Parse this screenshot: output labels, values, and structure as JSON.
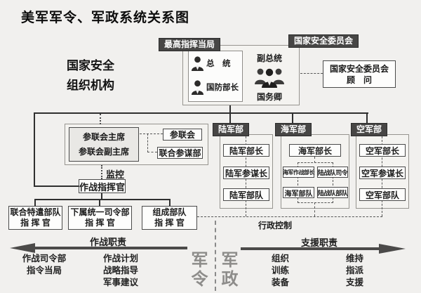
{
  "title": "美军军令、军政系统关系图",
  "colors": {
    "background": "#f1f0ee",
    "dark_label_bg": "#474645",
    "connector_line": "#2f2f2f",
    "arrow": "#4b4a49",
    "divider_text": "#8d8c8a",
    "box_border": "#4a4a4a"
  },
  "nsa_org": {
    "line1": "国家安全",
    "line2": "组织机构"
  },
  "top": {
    "nca_label": "最高指挥当局",
    "nsc_label": "国家安全委员会",
    "president": "总　统",
    "defense_secretary": "国防部长",
    "vice_president": "副总统",
    "secretary_of_state": "国务卿",
    "advisor_line1": "国家安全委员会",
    "advisor_line2": "顾　问"
  },
  "jcs": {
    "chairman": "参联会主席",
    "vice_chairman": "参联会副主席",
    "council": "参联会",
    "joint_staff": "联合参谋部",
    "monitor": "监控"
  },
  "command": {
    "combat_commander": "作战指挥官",
    "jtf": {
      "line1": "联合特遣部队",
      "line2": "指 挥 官"
    },
    "subordinate_unified": {
      "line1": "下属统一司令部",
      "line2": "指 挥 官"
    },
    "component": {
      "line1": "组成部队",
      "line2": "指 挥 官"
    }
  },
  "departments": {
    "army": {
      "label": "陆军部",
      "secretary": "陆军部长",
      "chief": "陆军参谋长",
      "forces": "陆军部队"
    },
    "navy": {
      "label": "海军部",
      "secretary": "海军部长",
      "cno": "海军作战部长",
      "commandant": "陆战队司令",
      "forces": "海军部队",
      "marine_forces": "陆战队部队"
    },
    "air": {
      "label": "空军部",
      "secretary": "空军部长",
      "chief": "空军参谋长",
      "forces": "空军部队"
    }
  },
  "admin_control": "行政控制",
  "operational": {
    "label": "作战职责",
    "col1": [
      "作战司令部",
      "指令当局"
    ],
    "col2": [
      "作战计划",
      "战略指导",
      "军事建议"
    ]
  },
  "support": {
    "label": "支援职责",
    "col1": [
      "组织",
      "训练",
      "装备"
    ],
    "col2": [
      "维持",
      "指派",
      "支援"
    ]
  },
  "divider": {
    "military_command": "军令",
    "military_admin": "军政"
  }
}
